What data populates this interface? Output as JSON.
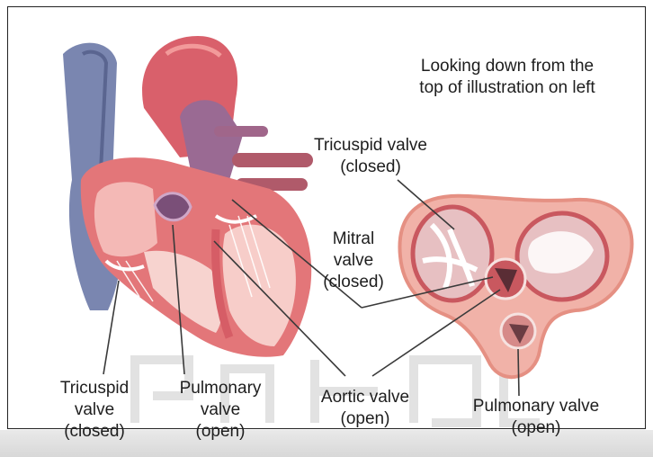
{
  "top_note": {
    "line1": "Looking down from the",
    "line2": "top of illustration on left"
  },
  "labels": {
    "tricuspid_top": {
      "line1": "Tricuspid valve",
      "line2": "(closed)"
    },
    "mitral": {
      "line1": "Mitral",
      "line2": "valve",
      "line3": "(closed)"
    },
    "tricuspid_bottom": {
      "line1": "Tricuspid",
      "line2": "valve",
      "line3": "(closed)"
    },
    "pulmonary_left": {
      "line1": "Pulmonary",
      "line2": "valve",
      "line3": "(open)"
    },
    "aortic": {
      "line1": "Aortic valve",
      "line2": "(open)"
    },
    "pulmonary_right": {
      "line1": "Pulmonary valve",
      "line2": "(open)"
    }
  },
  "colors": {
    "heart_red": "#d9606b",
    "heart_pink": "#f0b1b0",
    "vein_blue": "#7a86b0",
    "muscle_light": "#f7d3cf",
    "leader_line": "#3a3a3a"
  }
}
